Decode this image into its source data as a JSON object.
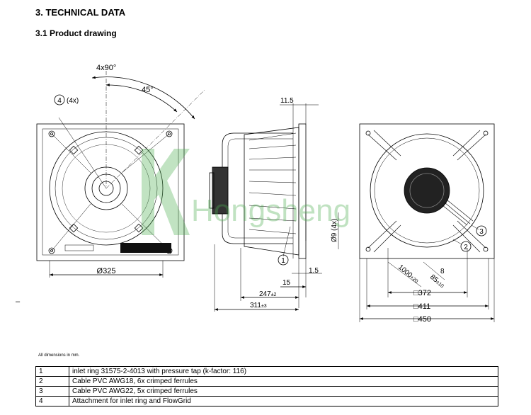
{
  "heading": "3. TECHNICAL DATA",
  "subheading": "3.1 Product drawing",
  "dash": "–",
  "note": "All dimensions in mm.",
  "watermark": "Hongsheng",
  "colors": {
    "line": "#000000",
    "watermark": "#4caf50"
  },
  "front_view": {
    "angle_label": "4x90°",
    "angle_45": "45°",
    "callout_4": "4",
    "callout_4_suffix": "(4x)",
    "dim_diameter": "Ø325"
  },
  "side_view": {
    "dim_11_5": "11.5",
    "dim_hole": "Ø9 (4x)",
    "callout_1": "1",
    "dim_1_5": "1.5",
    "dim_15": "15",
    "dim_247": "247",
    "dim_247_tol": "±2",
    "dim_311": "311",
    "dim_311_tol": "±3"
  },
  "rear_view": {
    "callout_2": "2",
    "callout_3": "3",
    "dim_cable_1000": "1000",
    "dim_cable_1000_tol": "+20",
    "dim_8": "8",
    "dim_85": "85",
    "dim_85_tol": "±10",
    "dim_372": "□372",
    "dim_411": "□411",
    "dim_450": "□450"
  },
  "parts": [
    {
      "num": "1",
      "desc": "inlet ring 31575-2-4013 with pressure tap (k-factor: 116)"
    },
    {
      "num": "2",
      "desc": "Cable PVC AWG18, 6x crimped ferrules"
    },
    {
      "num": "3",
      "desc": "Cable PVC AWG22, 5x crimped ferrules"
    },
    {
      "num": "4",
      "desc": "Attachment for inlet ring and FlowGrid"
    }
  ]
}
